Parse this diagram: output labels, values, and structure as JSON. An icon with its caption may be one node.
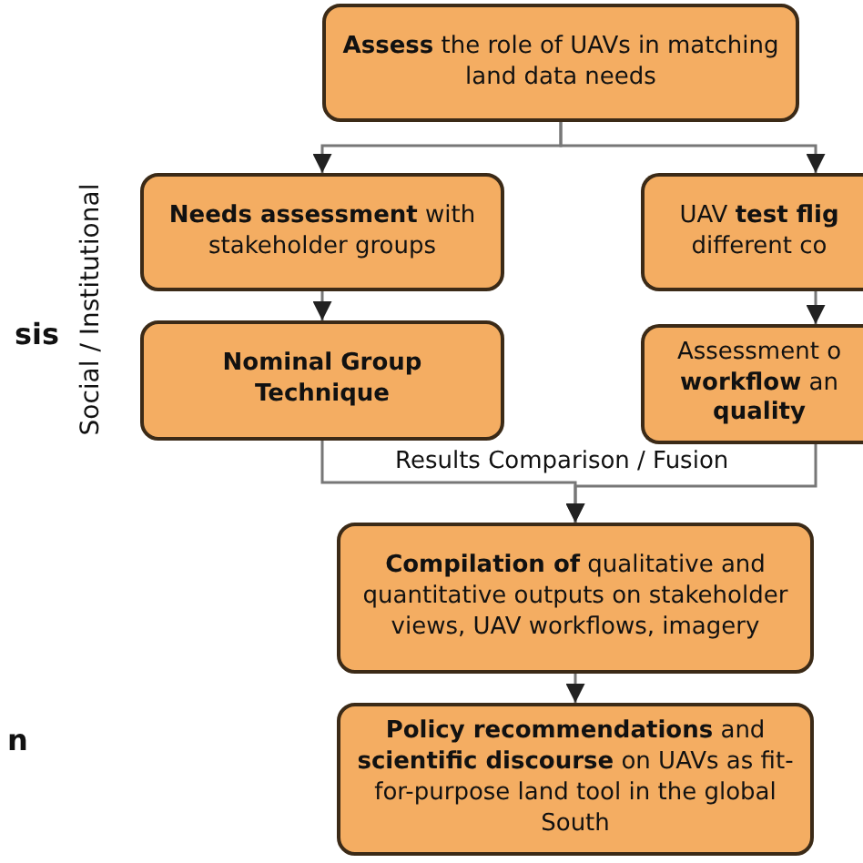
{
  "diagram": {
    "nodes": [
      {
        "text": [
          "**Assess** the role of UAVs in matching land data needs"
        ]
      },
      {
        "text": [
          "**Needs assessment** with stakeholder groups"
        ]
      },
      {
        "text": [
          "UAV **test flig** different co"
        ]
      },
      {
        "text": [
          "Nominal Group Technique"
        ]
      },
      {
        "text": [
          "Assessment o **workflow** an **quality**"
        ]
      },
      {
        "text": [
          "**Compilation of** qualitative and quantitative outputs on stakeholder views, UAV workflows, imagery"
        ]
      },
      {
        "text": [
          "**Policy recommendations** and **scientific discourse** on UAVs as fit-for-purpose land tool in the global South"
        ]
      }
    ],
    "edges": [
      {
        "from": 0,
        "to": 1,
        "arrow": "to"
      },
      {
        "from": 0,
        "to": 2,
        "arrow": "to"
      },
      {
        "from": 1,
        "to": 3,
        "arrow": "to"
      },
      {
        "from": 2,
        "to": 4,
        "arrow": "to"
      },
      {
        "from": 3,
        "to": 5,
        "arrow": "to",
        "label": "Results Comparison / Fusion"
      },
      {
        "from": 4,
        "to": 5,
        "arrow": "to"
      },
      {
        "from": 5,
        "to": 6,
        "arrow": "to"
      }
    ],
    "labels": [
      "Social / Institutional",
      "sis",
      "n"
    ]
  }
}
